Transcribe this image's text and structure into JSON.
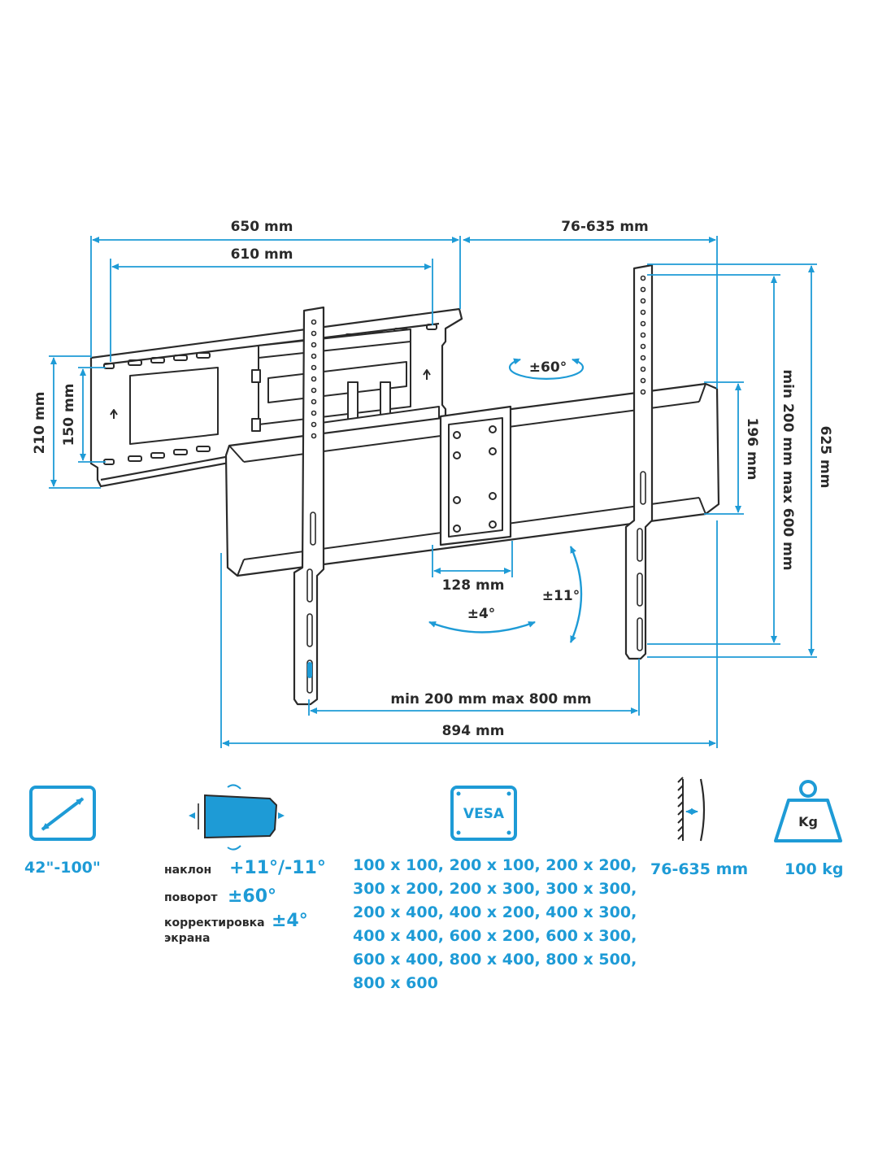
{
  "dimensions": {
    "plate_width": "650 mm",
    "plate_hole_span": "610 mm",
    "extension": "76-635 mm",
    "plate_height": "210 mm",
    "plate_hole_height": "150 mm",
    "swivel": "±60°",
    "bracket_height": "196 mm",
    "vertical_range": "min 200 mm max 600 mm",
    "total_height": "625 mm",
    "center_plate": "128 mm",
    "tilt": "±11°",
    "level": "±4°",
    "horizontal_range": "min 200 mm max 800 mm",
    "total_width": "894 mm"
  },
  "features": {
    "screen_size": "42\"-100\"",
    "tilt_label": "наклон",
    "tilt_value": "+11°/-11°",
    "swivel_label": "поворот",
    "swivel_value": "±60°",
    "level_label_1": "корректировка",
    "level_label_2": "экрана",
    "level_value": "±4°",
    "vesa_badge": "VESA",
    "vesa_list": "100 x 100, 200 x 100, 200 x 200, 300 x 200, 200 x 300, 300 x 300, 200 x 400, 400 x 200, 400 x 300, 400 x 400, 600 x 200, 600 x 300, 600 x 400, 800 x 400, 800 x 500, 800 x 600",
    "wall_distance": "76-635 mm",
    "weight_badge": "Kg",
    "max_load": "100 kg"
  },
  "colors": {
    "accent": "#1e9bd6",
    "line": "#2a2a2a"
  }
}
